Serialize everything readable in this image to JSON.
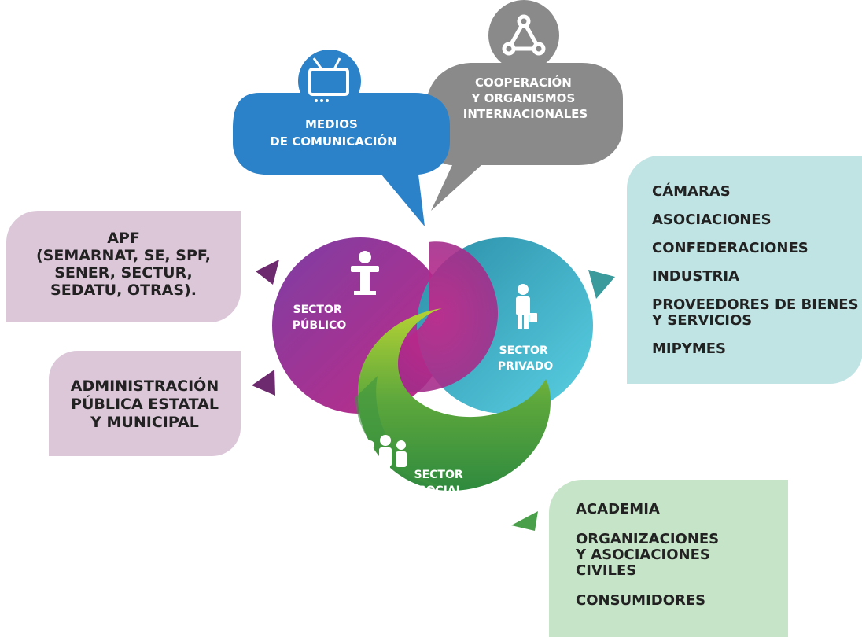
{
  "bubbles": {
    "medios": {
      "lines": [
        "MEDIOS",
        "DE COMUNICACIÓN"
      ],
      "icon": "tv-icon",
      "color": "#2c82c9"
    },
    "cooperacion": {
      "lines": [
        "COOPERACIÓN",
        "Y ORGANISMOS",
        "INTERNACIONALES"
      ],
      "icon": "network-icon",
      "color": "#8a8a8a"
    }
  },
  "sectors": {
    "publico": {
      "lines": [
        "SECTOR",
        "PÚBLICO"
      ],
      "icon": "lectern-speaker-icon",
      "color": "#8e3a96"
    },
    "privado": {
      "lines": [
        "SECTOR",
        "PRIVADO"
      ],
      "icon": "businessman-icon",
      "color": "#2bb5c7"
    },
    "social": {
      "lines": [
        "SECTOR",
        "SOCIAL"
      ],
      "icon": "people-group-icon",
      "color": "#3e9a3c"
    }
  },
  "public_boxes": {
    "apf": {
      "lines": [
        "APF",
        "(SEMARNAT, SE, SPF,",
        "SENER, SECTUR,",
        "SEDATU, OTRAS)."
      ]
    },
    "administracion": {
      "lines": [
        "ADMINISTRACIÓN",
        "PÚBLICA ESTATAL",
        "Y MUNICIPAL"
      ]
    }
  },
  "private_box": {
    "items": [
      [
        "CÁMARAS"
      ],
      [
        "ASOCIACIONES"
      ],
      [
        "CONFEDERACIONES"
      ],
      [
        "INDUSTRIA"
      ],
      [
        "PROVEEDORES DE BIENES",
        "Y SERVICIOS"
      ],
      [
        "MIPYMES"
      ]
    ]
  },
  "social_box": {
    "items": [
      [
        "ACADEMIA"
      ],
      [
        "ORGANIZACIONES",
        "Y ASOCIACIONES",
        "CIVILES"
      ],
      [
        "CONSUMIDORES"
      ]
    ]
  },
  "colors": {
    "public_box_bg": "#dcc7d9",
    "private_box_bg": "#bfe4e3",
    "social_box_bg": "#c6e4c8",
    "public_arrow": "#6e2a6e",
    "private_arrow": "#3a9a9c",
    "social_arrow": "#4aa04a"
  }
}
